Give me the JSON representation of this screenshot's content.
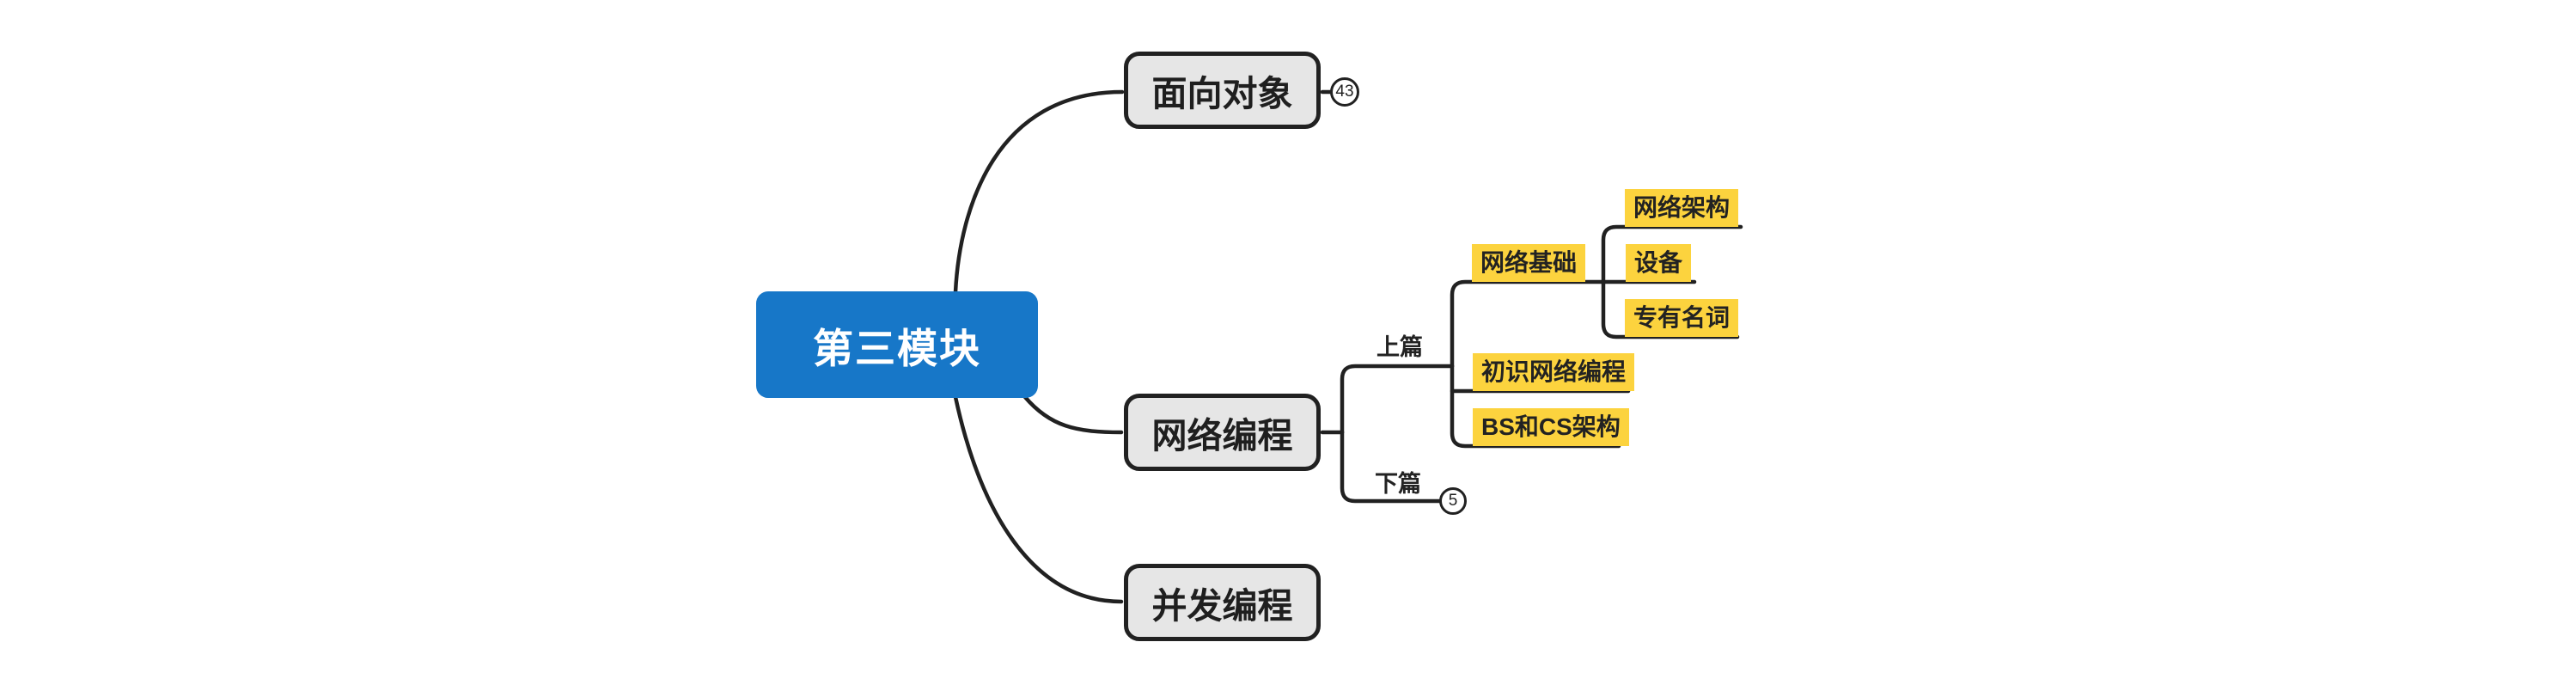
{
  "mindmap": {
    "root": {
      "label": "第三模块"
    },
    "branches": {
      "oop": {
        "label": "面向对象",
        "badge": "43"
      },
      "network": {
        "label": "网络编程"
      },
      "concurrency": {
        "label": "并发编程"
      }
    },
    "network_children": {
      "part1": {
        "label": "上篇"
      },
      "part2": {
        "label": "下篇",
        "badge": "5"
      }
    },
    "part1_children": {
      "basics": {
        "label": "网络基础"
      },
      "intro": {
        "label": "初识网络编程"
      },
      "bscs": {
        "label": "BS和CS架构"
      }
    },
    "basics_children": {
      "arch": {
        "label": "网络架构"
      },
      "devices": {
        "label": "设备"
      },
      "terms": {
        "label": "专有名词"
      }
    },
    "colors": {
      "root_bg": "#1777C8",
      "topic_bg": "#E6E6E6",
      "leaf_bg": "#FCD33E",
      "line": "#212121"
    }
  }
}
